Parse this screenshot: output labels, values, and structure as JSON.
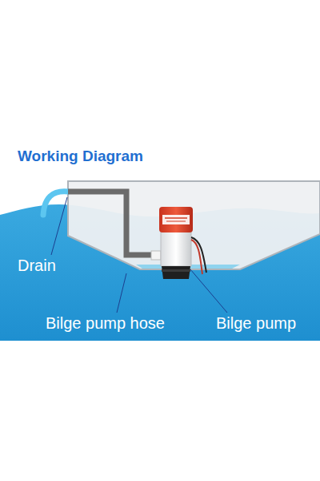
{
  "diagram": {
    "title": "Working Diagram",
    "labels": [
      "Drain",
      "Bilge pump hose",
      "Bilge pump"
    ]
  }
}
